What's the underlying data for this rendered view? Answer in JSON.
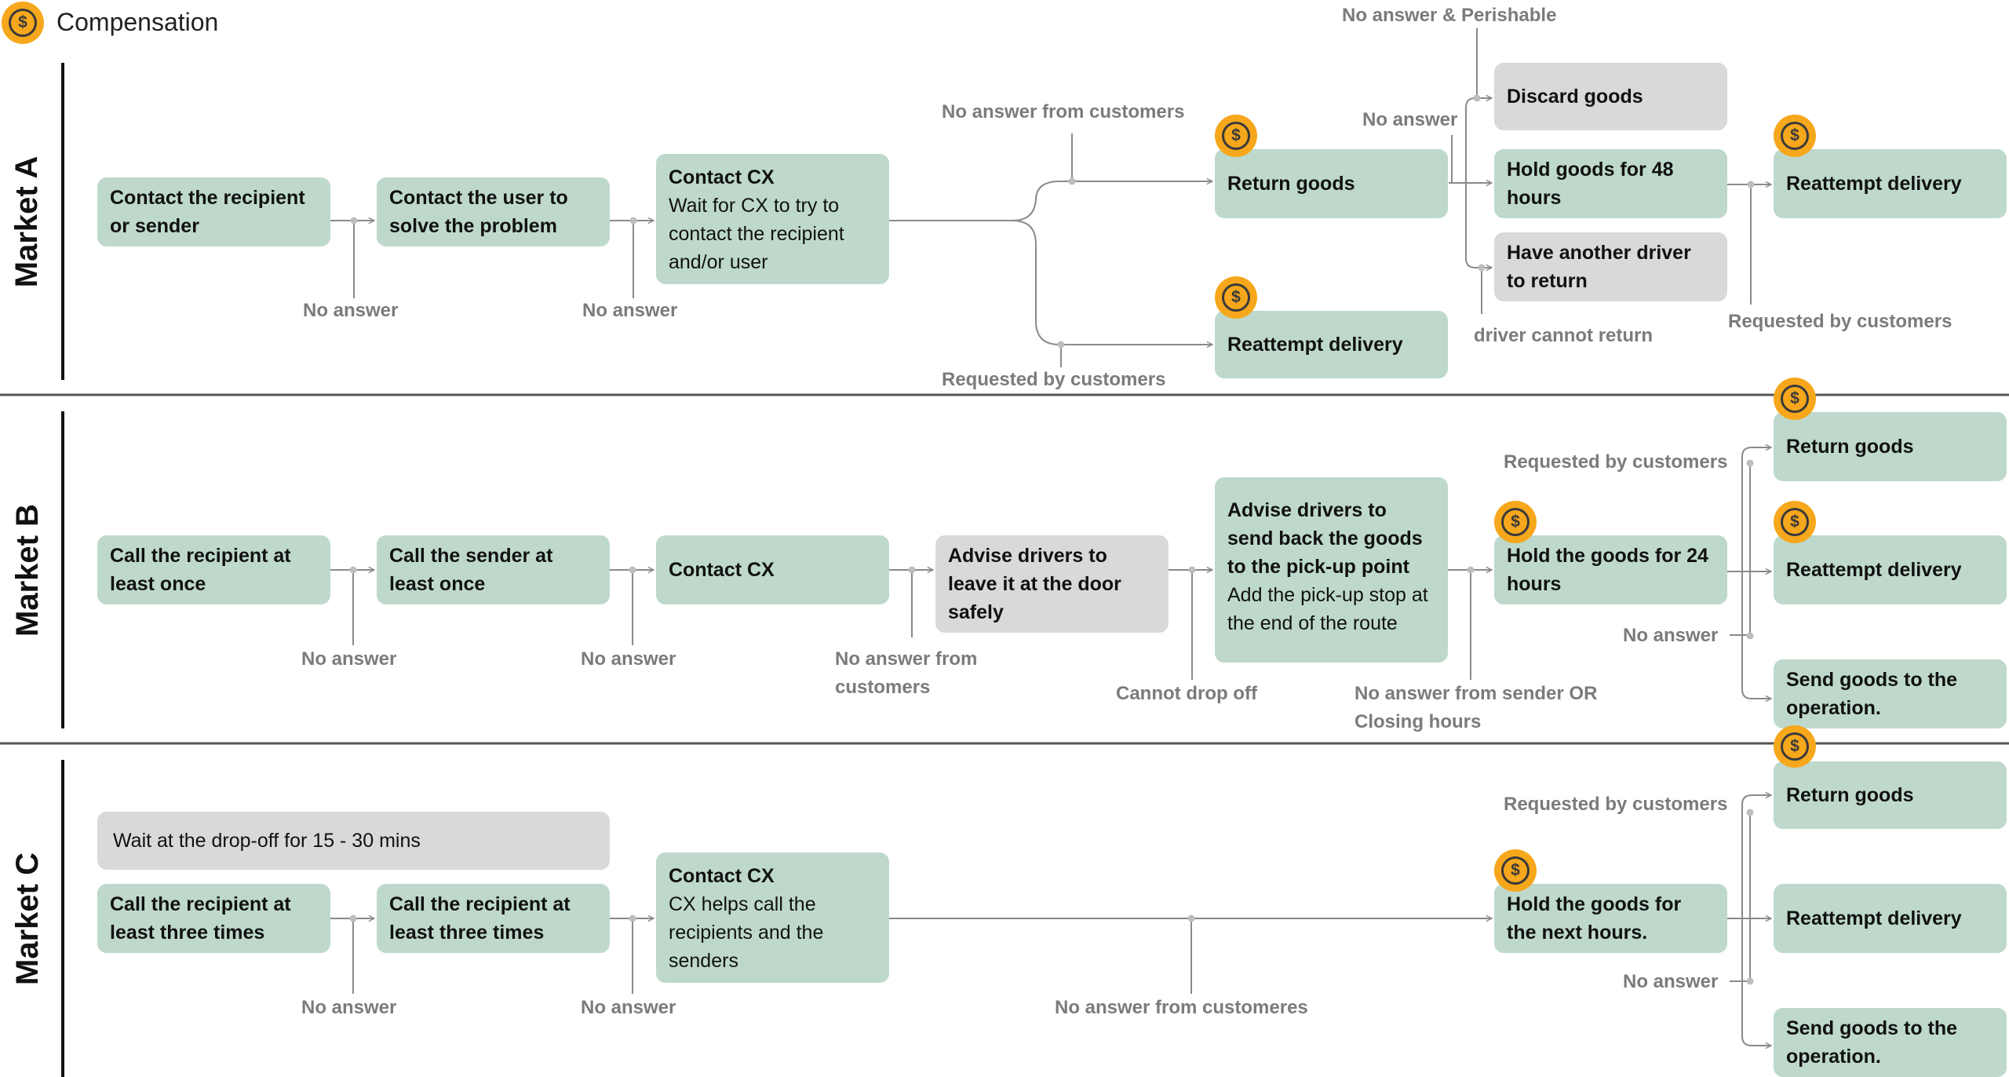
{
  "legend": {
    "label": "Compensation",
    "symbol": "$"
  },
  "markets": [
    {
      "name": "Market A",
      "boxes": [
        {
          "title": "Contact the recipient or sender"
        },
        {
          "title": "Contact the user to solve the problem"
        },
        {
          "title": "Contact CX",
          "desc": "Wait for CX to try to contact the recipient and/or user"
        },
        {
          "title": "Return goods"
        },
        {
          "title": "Reattempt delivery"
        },
        {
          "title": "Discard goods"
        },
        {
          "title": "Hold goods for 48 hours"
        },
        {
          "title": "Have another driver to return"
        },
        {
          "title": "Reattempt delivery"
        }
      ],
      "labels": [
        "No answer",
        "No answer",
        "No answer from customers",
        "Requested by customers",
        "No answer & Perishable",
        "No answer",
        "driver cannot return",
        "Requested by customers"
      ]
    },
    {
      "name": "Market B",
      "boxes": [
        {
          "title": "Call the recipient at least once"
        },
        {
          "title": "Call the sender at least once"
        },
        {
          "title": "Contact CX"
        },
        {
          "title": "Advise drivers to leave it at the door safely"
        },
        {
          "title": "Advise drivers to send back the goods to the pick-up point",
          "desc": "Add the pick-up stop at the end of the route"
        },
        {
          "title": "Hold the goods for 24 hours"
        },
        {
          "title": "Return goods"
        },
        {
          "title": "Reattempt delivery"
        },
        {
          "title": "Send goods to the operation."
        }
      ],
      "labels": [
        "No answer",
        "No answer",
        "No answer from customers",
        "Cannot drop off",
        "No answer from sender OR Closing hours",
        "Requested by customers",
        "No answer"
      ]
    },
    {
      "name": "Market C",
      "boxes": [
        {
          "title": "Wait at the drop-off for 15 - 30 mins"
        },
        {
          "title": "Call the recipient at least three times"
        },
        {
          "title": "Call the recipient at least three times"
        },
        {
          "title": "Contact CX",
          "desc": "CX helps call the recipients and the senders"
        },
        {
          "title": "Hold the goods for the next  hours."
        },
        {
          "title": "Return goods"
        },
        {
          "title": "Reattempt delivery"
        },
        {
          "title": "Send goods to the operation."
        }
      ],
      "labels": [
        "No answer",
        "No answer",
        "No answer from customeres",
        "Requested by customers",
        "No answer"
      ]
    }
  ]
}
